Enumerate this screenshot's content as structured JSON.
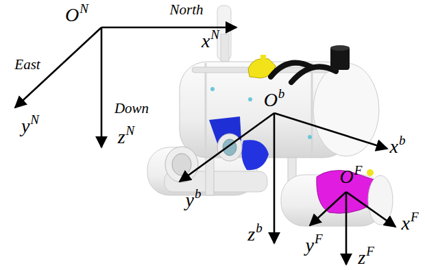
{
  "diagram": {
    "labels": [
      "ON",
      "North",
      "xN",
      "East",
      "yN",
      "Down",
      "zN",
      "Ob",
      "xb",
      "yb",
      "zb",
      "OF",
      "xF",
      "yF",
      "zF"
    ]
  }
}
